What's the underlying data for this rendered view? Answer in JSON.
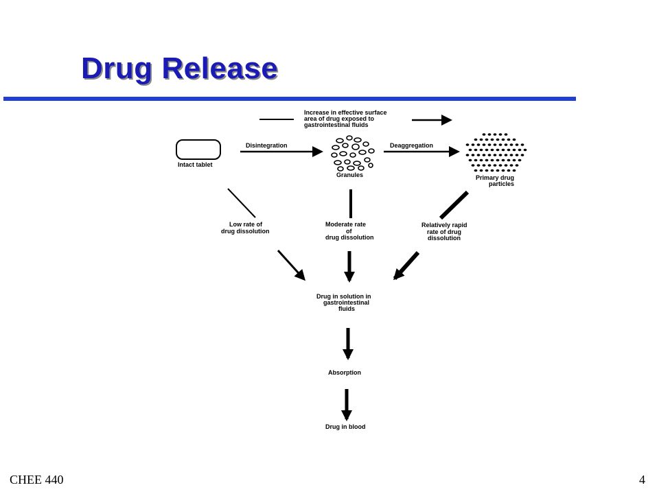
{
  "slide": {
    "title": "Drug Release",
    "course": "CHEE 440",
    "page_number": "4"
  },
  "colors": {
    "title": "#1a1ab4",
    "rule": "#1f3fd6",
    "ink": "#000000"
  },
  "diagram": {
    "top_note": {
      "line1": "Increase in effective surface",
      "line2": "area of drug exposed to",
      "line3": "gastrointestinal fluids"
    },
    "nodes": {
      "tablet": "Intact tablet",
      "granules": "Granules",
      "particles_line1": "Primary drug",
      "particles_line2": "particles",
      "solution_line1": "Drug in solution in",
      "solution_line2": "gastrointestinal",
      "solution_line3": "fluids",
      "absorption": "Absorption",
      "blood": "Drug in blood"
    },
    "steps": {
      "disintegration": "Disintegration",
      "deaggregation": "Deaggregation"
    },
    "rates": {
      "low_line1": "Low rate of",
      "low_line2": "drug dissolution",
      "moderate_line1": "Moderate rate",
      "moderate_line2": "of",
      "moderate_line3": "drug dissolution",
      "rapid_line1": "Relatively rapid",
      "rapid_line2": "rate of drug",
      "rapid_line3": "dissolution"
    }
  }
}
